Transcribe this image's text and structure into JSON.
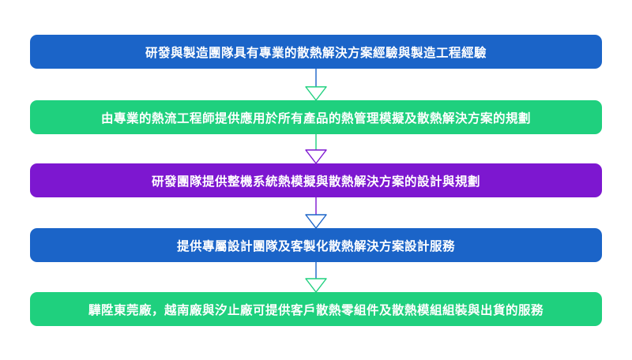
{
  "steps": [
    {
      "text": "研發與製造團隊具有專業的散熱解決方案經驗與製造工程經驗",
      "color": "#1b64c8"
    },
    {
      "text": "由專業的熱流工程師提供應用於所有產品的熱管理模擬及散熱解決方案的規劃",
      "color": "#1fd07e"
    },
    {
      "text": "研發團隊提供整機系統熱模擬與散熱解決方案的設計與規劃",
      "color": "#7d17d0"
    },
    {
      "text": "提供專屬設計團隊及客製化散熱解決方案設計服務",
      "color": "#1b64c8"
    },
    {
      "text": "驊陞東莞廠，越南廠與汐止廠可提供客戶散熱零組件及散熱模組組裝與出貨的服務",
      "color": "#1fd07e"
    }
  ],
  "connector_icon": "down-arrow-icon"
}
